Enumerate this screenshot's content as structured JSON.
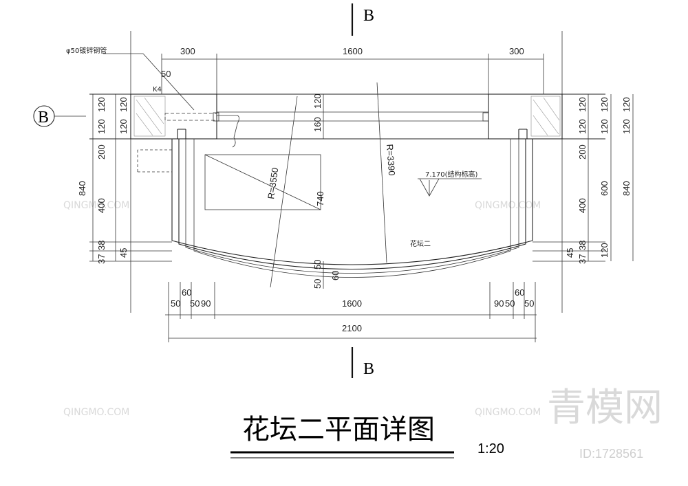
{
  "title": "花坛二平面详图",
  "scale": "1:20",
  "section_mark_top": "B",
  "section_mark_bottom": "B",
  "axis_bubble": "B",
  "notes": {
    "pipe": "φ50镀锌钢管",
    "k4": "K4",
    "elevation": "7.170(结构标高)",
    "bed_name": "花坛二",
    "radius_outer": "R=3550",
    "radius_inner": "R=3390",
    "width_740": "740"
  },
  "dims_top": {
    "left": "300",
    "middle": "1600",
    "right": "300",
    "small_50": "50"
  },
  "dims_bottom": {
    "left": [
      "50",
      "50",
      "90"
    ],
    "left_60": "60",
    "middle": "1600",
    "right": [
      "90",
      "50",
      "50"
    ],
    "right_60": "60",
    "total": "2100"
  },
  "dims_left": {
    "outer": [
      "120",
      "120",
      "200",
      "400",
      "37",
      "38"
    ],
    "total": "840",
    "small_45": "45"
  },
  "dims_right": {
    "outer": [
      "120",
      "120",
      "200",
      "400",
      "37",
      "38"
    ],
    "mid": [
      "120",
      "120",
      "600",
      "120"
    ],
    "total_col": [
      "120",
      "120",
      "840"
    ],
    "small_45": "45"
  },
  "dims_center": {
    "top_120": "120",
    "top_160": "160",
    "bot_50a": "50",
    "bot_50b": "50",
    "bot_60": "60"
  },
  "watermark": {
    "logo": "青模网",
    "brand": "QINGMO.COM",
    "id": "ID:1728561"
  }
}
